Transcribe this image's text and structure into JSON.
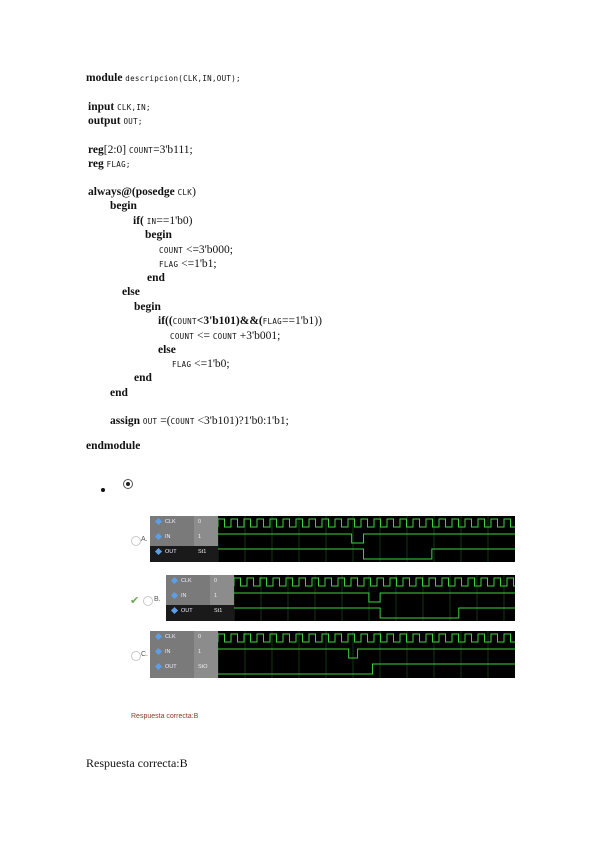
{
  "code": {
    "l1_kw": "module",
    "l1_name": "descripcion(CLK,IN,OUT);",
    "l2_kw": "input",
    "l2_rest": "CLK,IN;",
    "l3_kw": "output",
    "l3_rest": "OUT;",
    "l4_kw": "reg",
    "l4_range": "[2:0]",
    "l4_id": "COUNT",
    "l4_rest": "=3'b111;",
    "l5_kw": "reg",
    "l5_rest": "FLAG;",
    "l6_kw": "always@(posedge",
    "l6_id": "CLK",
    "l6_rest": ")",
    "l7": "begin",
    "l8_kw": "if(",
    "l8_id": "IN",
    "l8_rest": "==1'b0)",
    "l9": "begin",
    "l10_id": "COUNT",
    "l10_rest": " <=3'b000;",
    "l11_id": "FLAG",
    "l11_rest": " <=1'b1;",
    "l12": "end",
    "l13": "else",
    "l14": "begin",
    "l15_a": "if((",
    "l15_id1": "COUNT",
    "l15_b": "<3'b101)&&(",
    "l15_id2": "FLAG",
    "l15_c": "==1'b1))",
    "l16_id1": "COUNT",
    "l16_b": " <= ",
    "l16_id2": "COUNT",
    "l16_c": " +3'b001;",
    "l17": "else",
    "l18_id": "FLAG",
    "l18_rest": " <=1'b0;",
    "l19": "end",
    "l20": "end",
    "l21_kw": "assign",
    "l21_id1": "OUT",
    "l21_b": " =(",
    "l21_id2": "COUNT",
    "l21_c": " <3'b101)?1'b0:1'b1;",
    "l22": "endmodule"
  },
  "options": [
    {
      "letter": "A.",
      "signals": [
        {
          "name": "CLK",
          "value": "0"
        },
        {
          "name": "IN",
          "value": "1"
        },
        {
          "name": "OUT",
          "value": "St1"
        }
      ],
      "checked": false
    },
    {
      "letter": "B.",
      "signals": [
        {
          "name": "CLK",
          "value": "0"
        },
        {
          "name": "IN",
          "value": "1"
        },
        {
          "name": "OUT",
          "value": "St1"
        }
      ],
      "checked": true
    },
    {
      "letter": "C.",
      "signals": [
        {
          "name": "CLK",
          "value": "0"
        },
        {
          "name": "IN",
          "value": "1"
        },
        {
          "name": "OUT",
          "value": "StO"
        }
      ],
      "checked": false
    }
  ],
  "answer_small": "Respuesta correcta:B",
  "answer_big": "Respuesta correcta:B",
  "colors": {
    "wave": "#3cd43c",
    "grid": "#1e5a1e",
    "check": "#6aa84f"
  }
}
